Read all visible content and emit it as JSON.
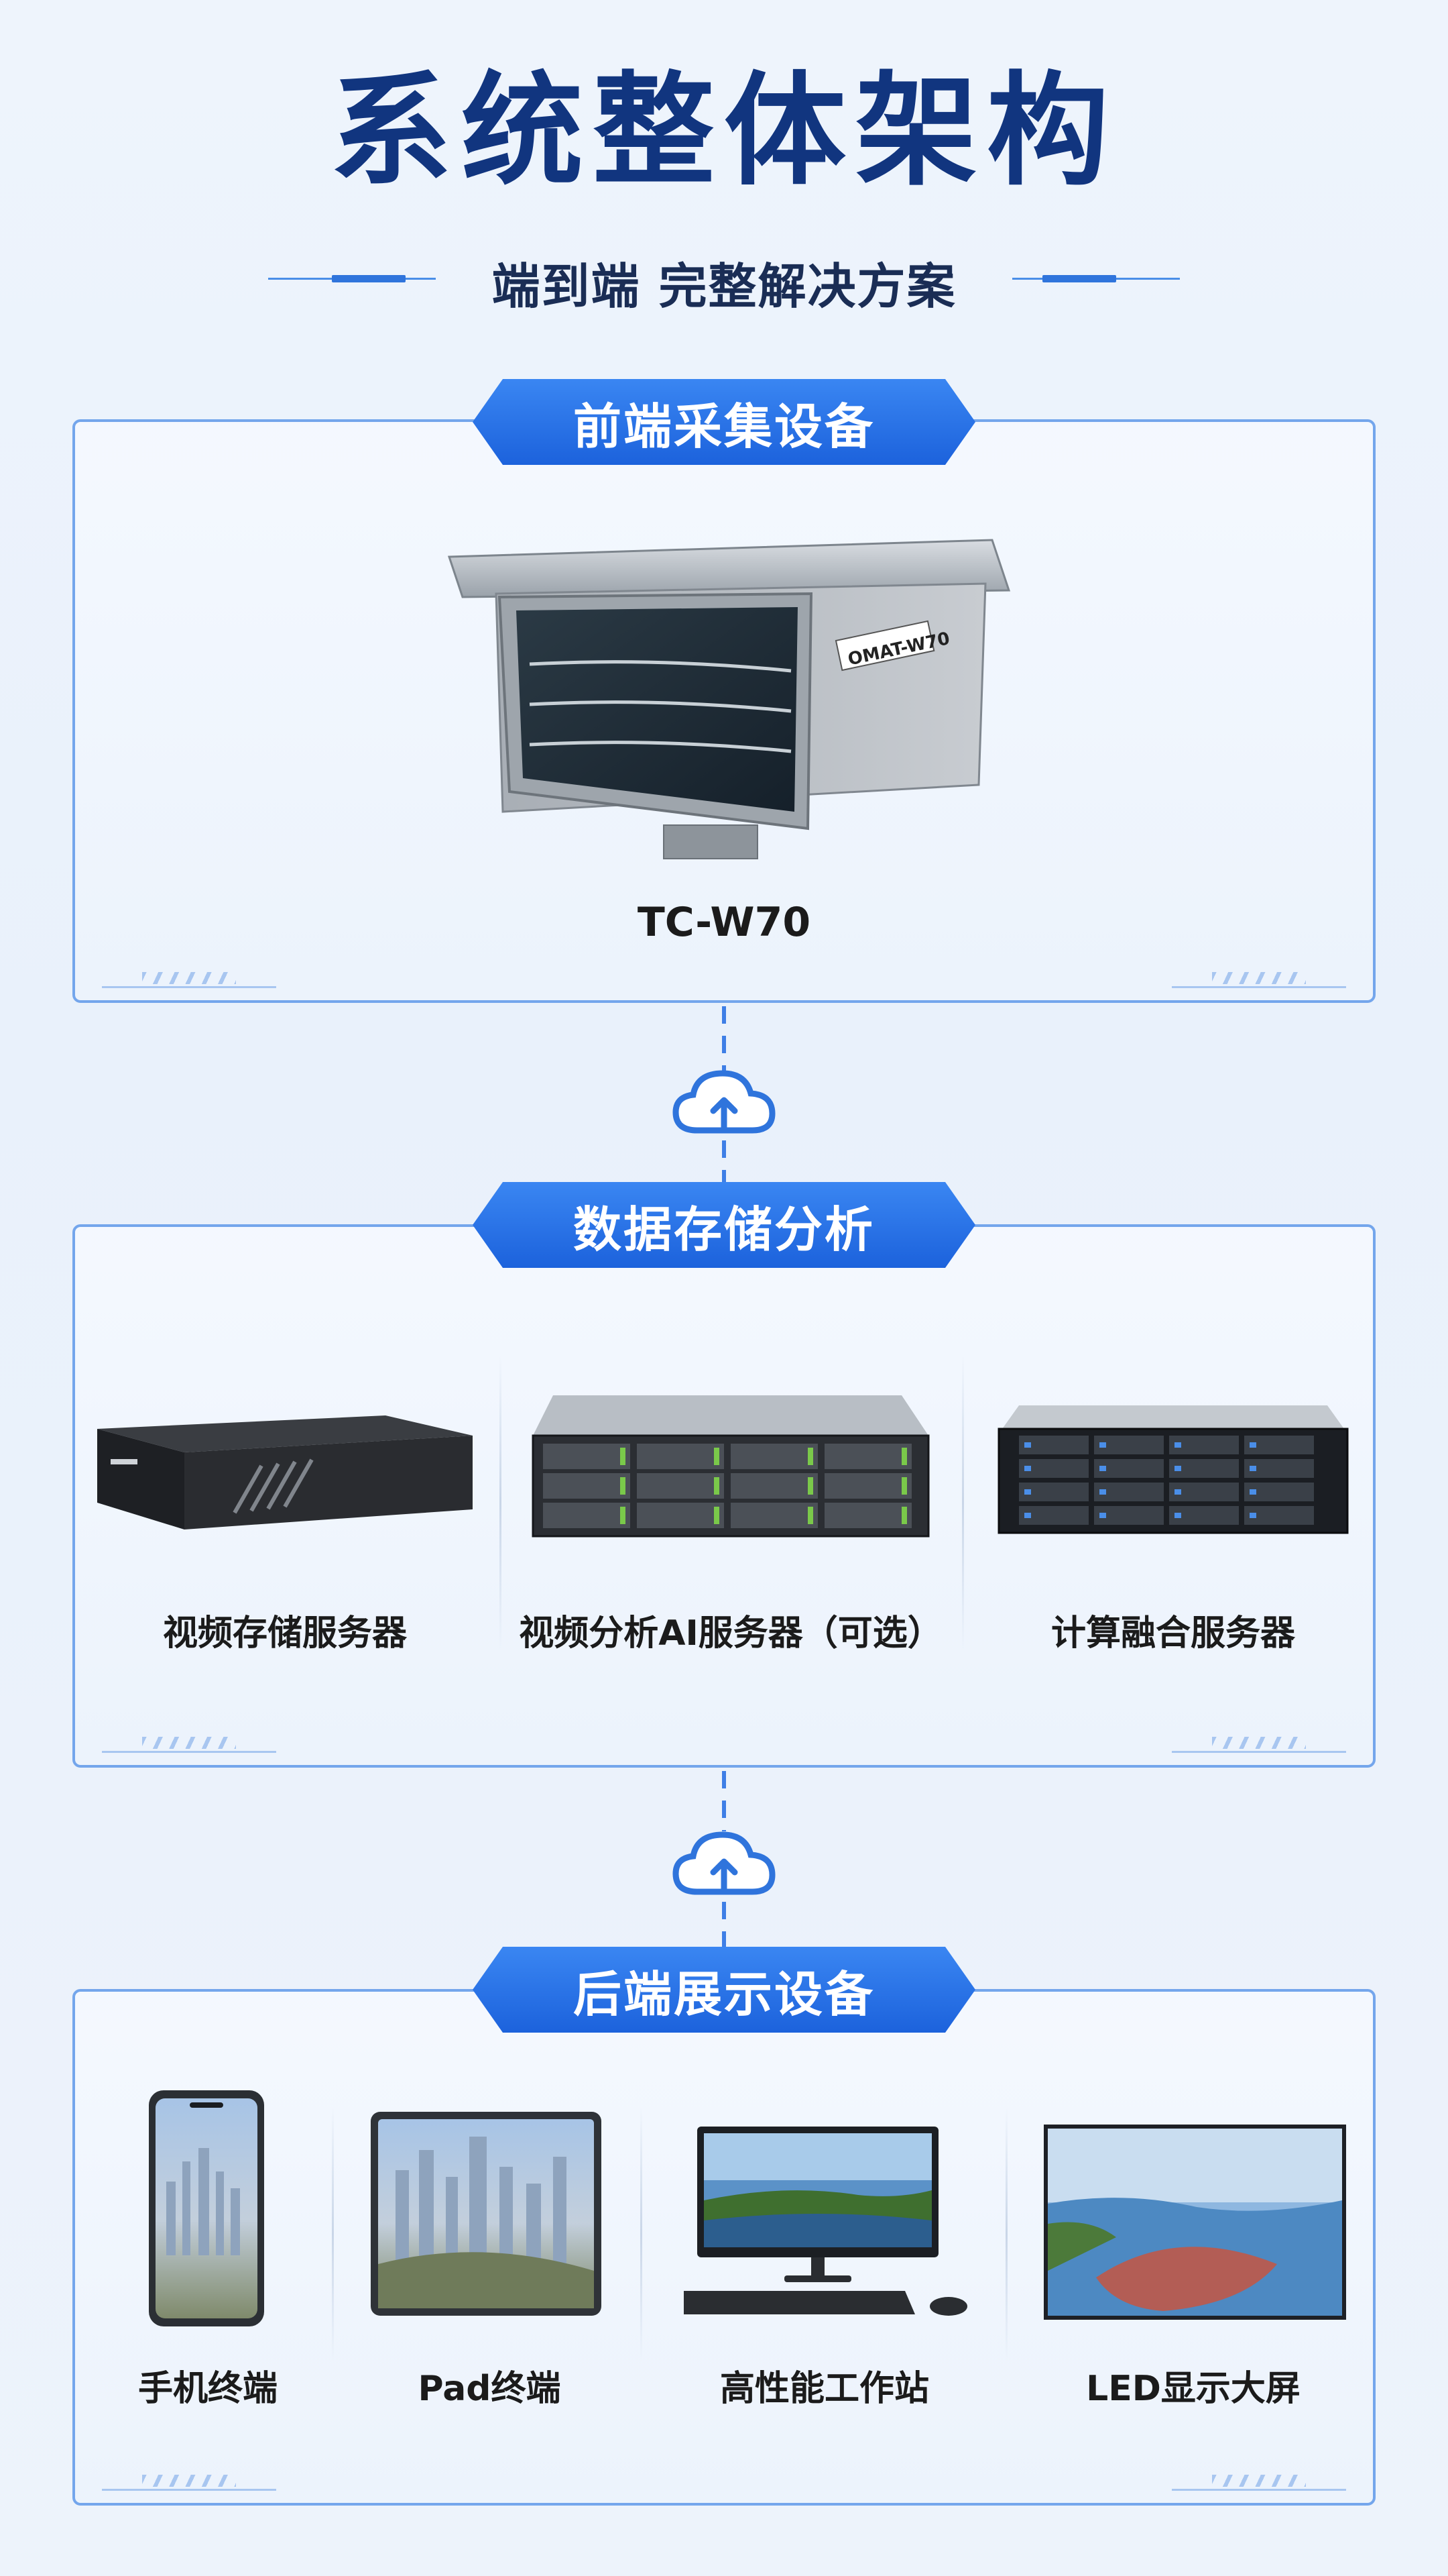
{
  "header": {
    "title": "系统整体架构",
    "subtitle": "端到端 完整解决方案"
  },
  "sections": [
    {
      "banner": "前端采集设备",
      "items": [
        {
          "label": "TC-W70",
          "device": "camera-housing",
          "brand_text": "OMAT-W70"
        }
      ]
    },
    {
      "banner": "数据存储分析",
      "items": [
        {
          "label": "视频存储服务器",
          "device": "nvr-box"
        },
        {
          "label": "视频分析AI服务器（可选）",
          "device": "rack-server"
        },
        {
          "label": "计算融合服务器",
          "device": "storage-server"
        }
      ]
    },
    {
      "banner": "后端展示设备",
      "items": [
        {
          "label": "手机终端",
          "device": "phone"
        },
        {
          "label": "Pad终端",
          "device": "tablet"
        },
        {
          "label": "高性能工作站",
          "device": "desktop-workstation"
        },
        {
          "label": "LED显示大屏",
          "device": "led-wall"
        }
      ]
    }
  ],
  "colors": {
    "title": "#11357f",
    "accent": "#1c62dc",
    "border": "#74a6ec"
  },
  "icons": [
    "cloud-upload-icon",
    "cloud-upload-icon"
  ]
}
